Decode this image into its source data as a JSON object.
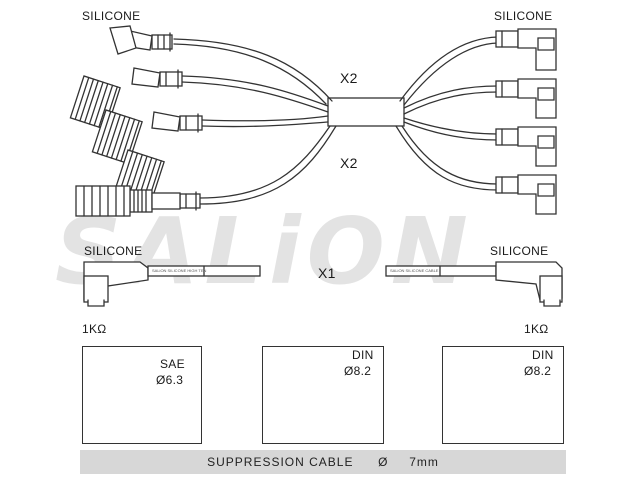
{
  "watermark": "SALiON",
  "labels": {
    "silicone_top_left": "SILICONE",
    "silicone_top_right": "SILICONE",
    "silicone_mid_left": "SILICONE",
    "silicone_mid_right": "SILICONE",
    "x2_upper": "X2",
    "x2_lower": "X2",
    "x1": "X1",
    "resistor_left": "1KΩ",
    "resistor_right": "1KΩ",
    "cable_print_left": "SALiON SILICONE HIGH TEN",
    "cable_print_right": "SALiON SILICONE CABLE"
  },
  "connectors": {
    "sae": {
      "name": "SAE",
      "size": "Ø6.3"
    },
    "din_left": {
      "name": "DIN",
      "size": "Ø8.2"
    },
    "din_right": {
      "name": "DIN",
      "size": "Ø8.2"
    }
  },
  "caption": {
    "text": "SUPPRESSION CABLE",
    "symbol": "Ø",
    "size": "7mm"
  }
}
